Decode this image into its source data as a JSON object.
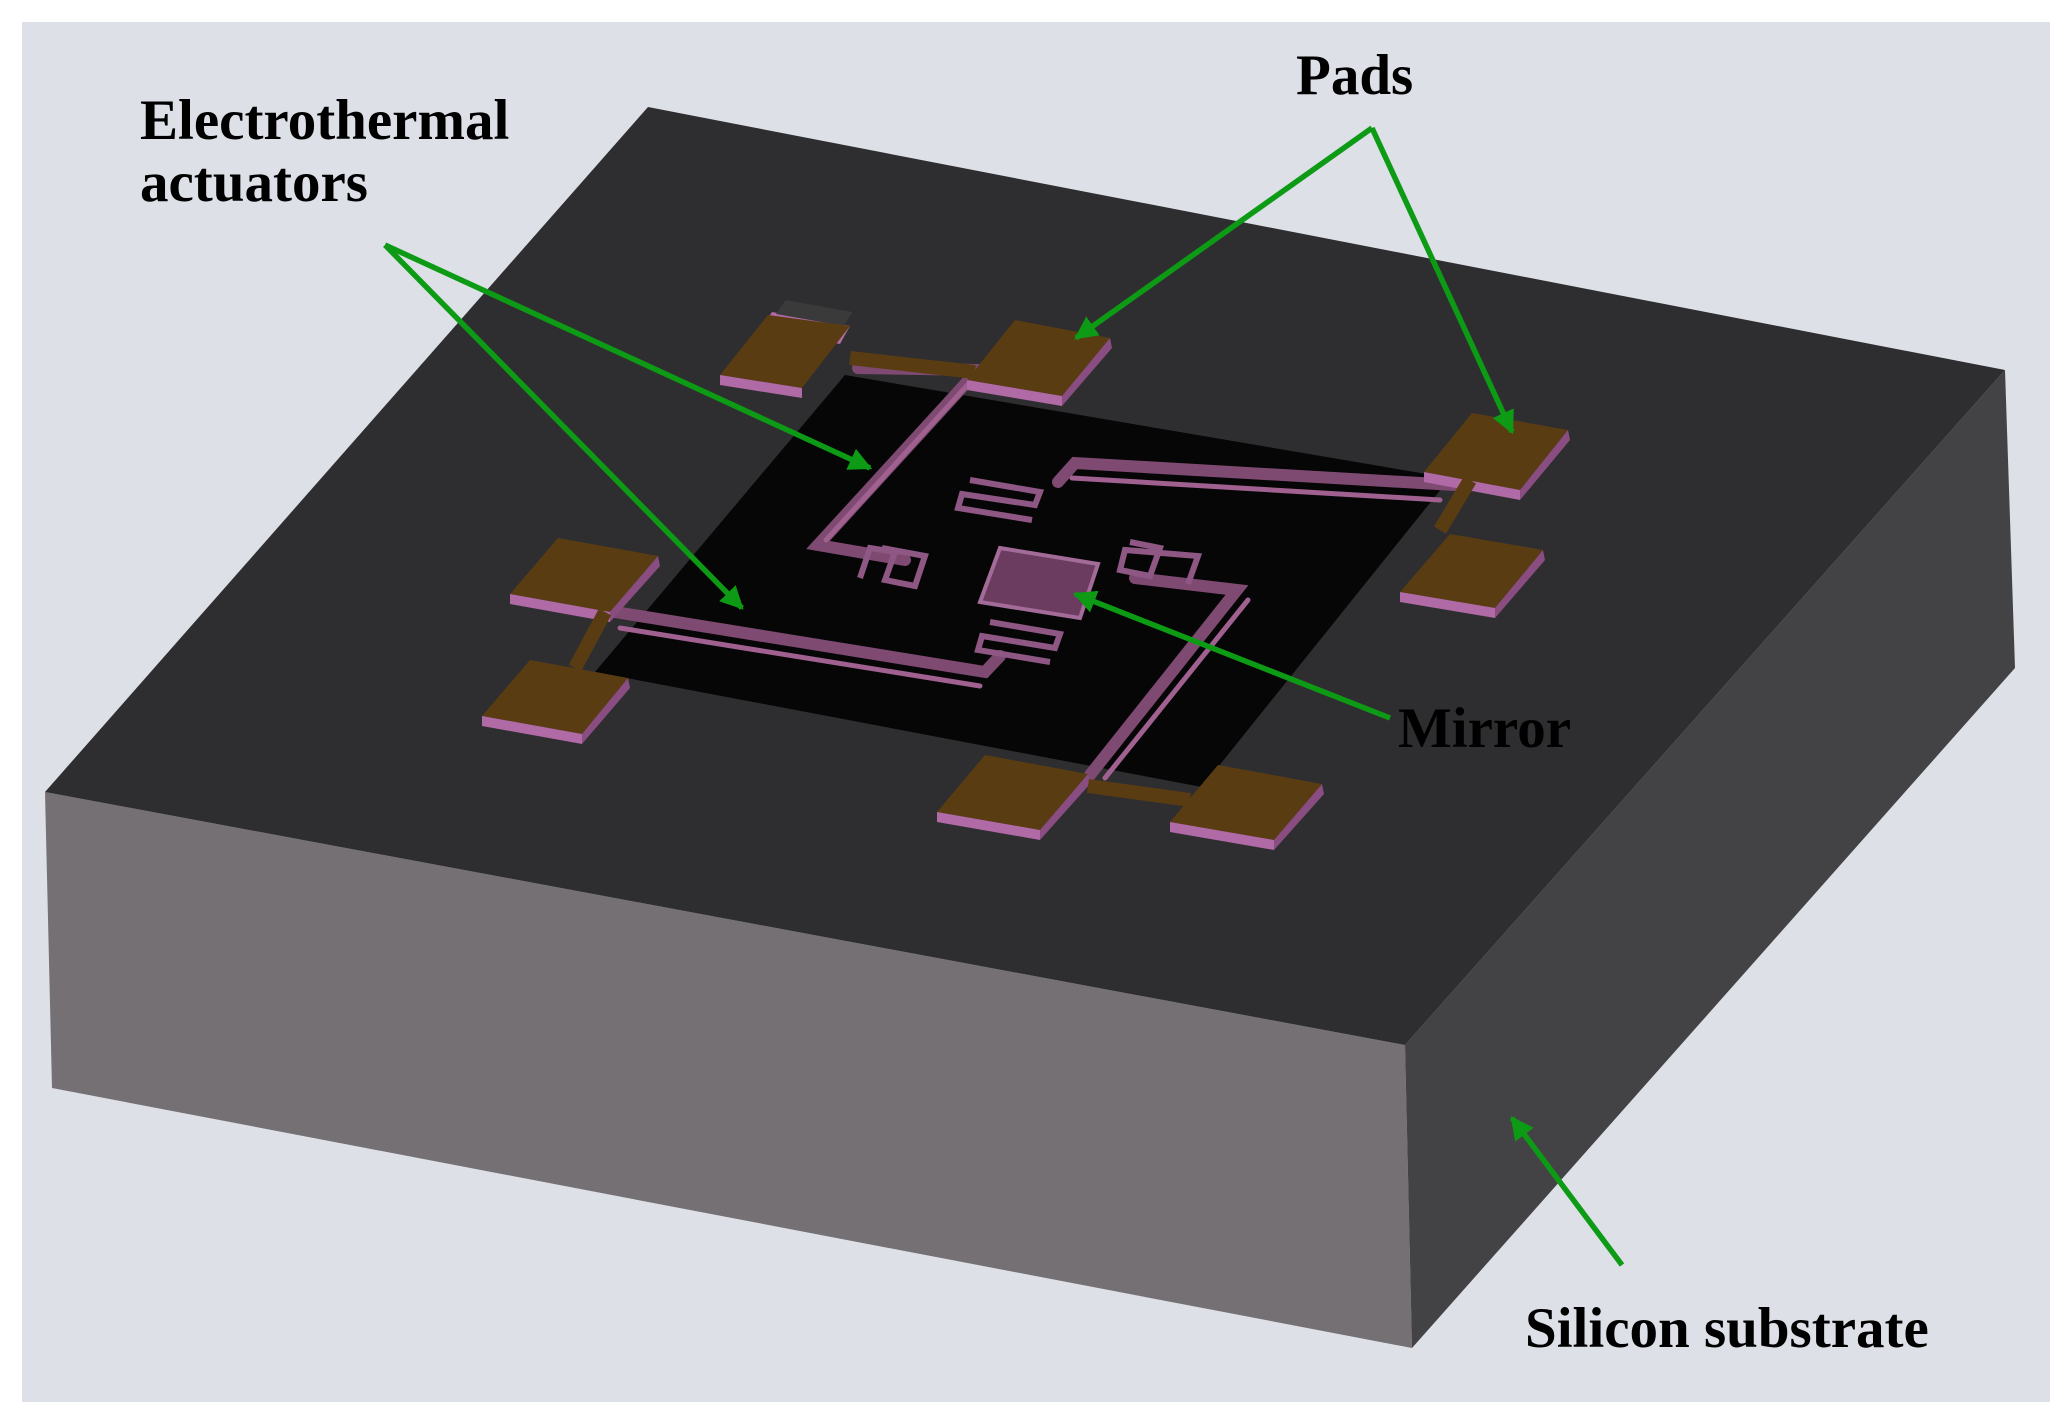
{
  "labels": {
    "actuators_line1": "Electrothermal",
    "actuators_line2": "actuators",
    "pads": "Pads",
    "mirror": "Mirror",
    "substrate": "Silicon substrate"
  },
  "colors": {
    "background": "#dde0e7",
    "substrate_top": "#2e2e30",
    "substrate_front": "#757074",
    "substrate_side": "#434345",
    "cavity": "#060606",
    "pad": "#5a3c12",
    "pad_edge": "#b06aa6",
    "actuator": "#7e4a72",
    "arrow": "#0d9a14"
  }
}
